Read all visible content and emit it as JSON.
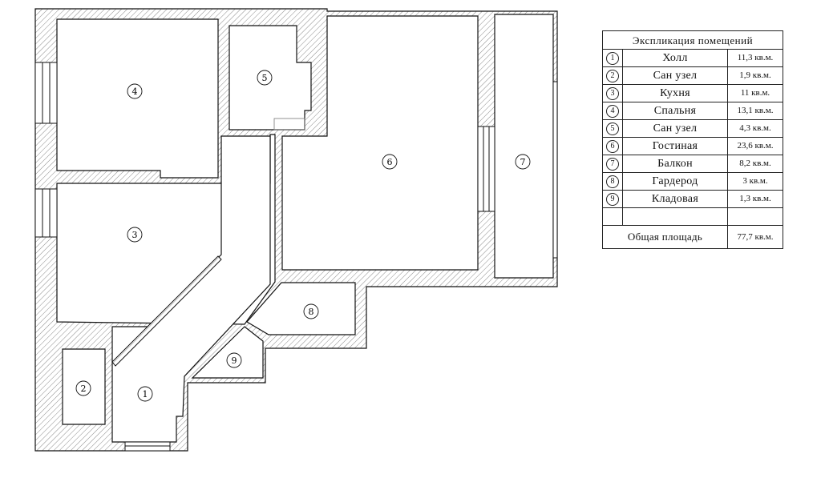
{
  "explication": {
    "title": "Экспликация помещений",
    "rows": [
      {
        "num": "1",
        "name": "Холл",
        "area": "11,3 кв.м."
      },
      {
        "num": "2",
        "name": "Сан узел",
        "area": "1,9 кв.м."
      },
      {
        "num": "3",
        "name": "Кухня",
        "area": "11 кв.м."
      },
      {
        "num": "4",
        "name": "Спальня",
        "area": "13,1 кв.м."
      },
      {
        "num": "5",
        "name": "Сан узел",
        "area": "4,3 кв.м."
      },
      {
        "num": "6",
        "name": "Гостиная",
        "area": "23,6 кв.м."
      },
      {
        "num": "7",
        "name": "Балкон",
        "area": "8,2 кв.м."
      },
      {
        "num": "8",
        "name": "Гардерод",
        "area": "3 кв.м."
      },
      {
        "num": "9",
        "name": "Кладовая",
        "area": "1,3 кв.м."
      }
    ],
    "total_label": "Общая площадь",
    "total_area": "77,7 кв.м."
  },
  "plan": {
    "room_labels": [
      "1",
      "2",
      "3",
      "4",
      "5",
      "6",
      "7",
      "8",
      "9"
    ]
  }
}
